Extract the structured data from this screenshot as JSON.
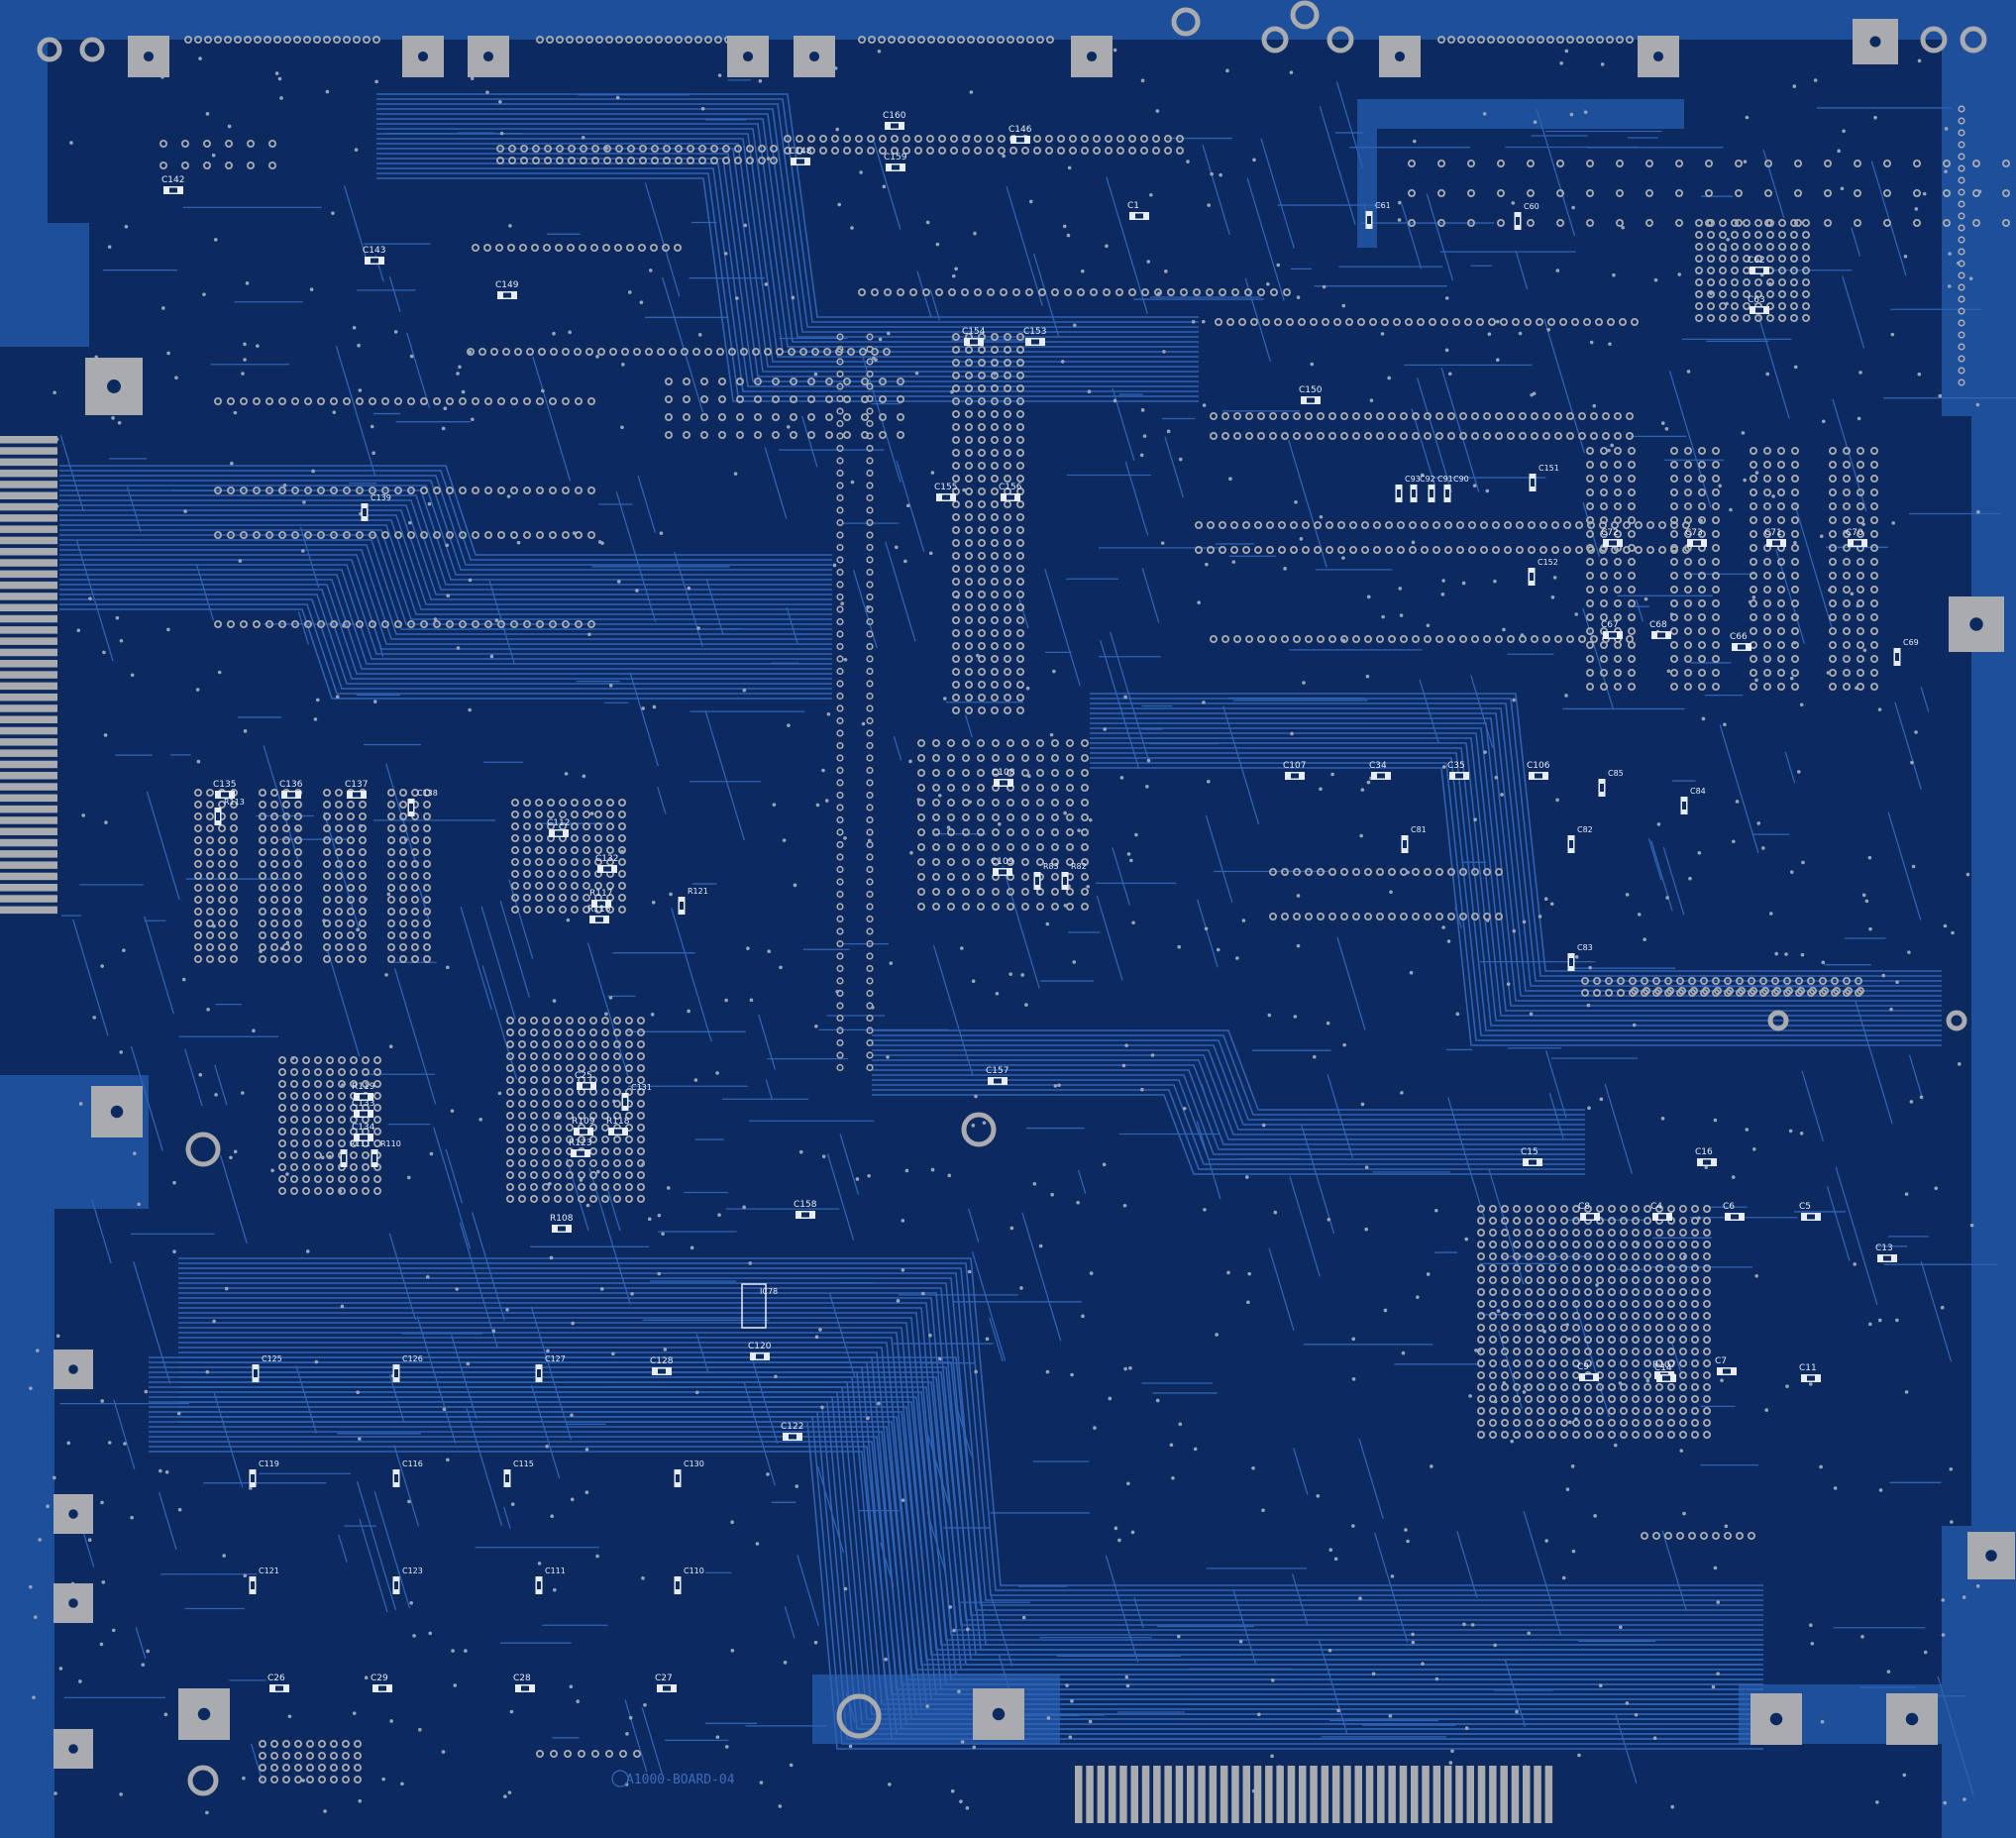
{
  "board": {
    "silkscreen_id": "A1000-BOARD-04",
    "colors": {
      "board_dark": "#0c2a60",
      "copper_pour": "#1d4f9a",
      "trace": "#2f62b3",
      "pad_silver": "#a9abae",
      "silk_white": "#e8ecf4",
      "via": "#9aa4b8"
    }
  },
  "components": [
    {
      "ref": "C142"
    },
    {
      "ref": "C143"
    },
    {
      "ref": "C149"
    },
    {
      "ref": "C139"
    },
    {
      "ref": "C160"
    },
    {
      "ref": "C146"
    },
    {
      "ref": "C148"
    },
    {
      "ref": "C159"
    },
    {
      "ref": "C1"
    },
    {
      "ref": "C61"
    },
    {
      "ref": "C60"
    },
    {
      "ref": "C62"
    },
    {
      "ref": "C63"
    },
    {
      "ref": "C154"
    },
    {
      "ref": "C153"
    },
    {
      "ref": "C155"
    },
    {
      "ref": "C156"
    },
    {
      "ref": "C150"
    },
    {
      "ref": "C93"
    },
    {
      "ref": "C92"
    },
    {
      "ref": "C91"
    },
    {
      "ref": "C90"
    },
    {
      "ref": "C151"
    },
    {
      "ref": "C152"
    },
    {
      "ref": "C72"
    },
    {
      "ref": "C73"
    },
    {
      "ref": "C71"
    },
    {
      "ref": "C70"
    },
    {
      "ref": "C67"
    },
    {
      "ref": "C68"
    },
    {
      "ref": "C66"
    },
    {
      "ref": "C69"
    },
    {
      "ref": "C135"
    },
    {
      "ref": "C136"
    },
    {
      "ref": "C137"
    },
    {
      "ref": "C138"
    },
    {
      "ref": "R113"
    },
    {
      "ref": "C112"
    },
    {
      "ref": "C132"
    },
    {
      "ref": "R117"
    },
    {
      "ref": "R116"
    },
    {
      "ref": "R121"
    },
    {
      "ref": "C108"
    },
    {
      "ref": "C109"
    },
    {
      "ref": "R83"
    },
    {
      "ref": "R82"
    },
    {
      "ref": "C107"
    },
    {
      "ref": "C34"
    },
    {
      "ref": "C35"
    },
    {
      "ref": "C106"
    },
    {
      "ref": "C85"
    },
    {
      "ref": "C84"
    },
    {
      "ref": "C81"
    },
    {
      "ref": "C82"
    },
    {
      "ref": "C83"
    },
    {
      "ref": "C25"
    },
    {
      "ref": "C131"
    },
    {
      "ref": "R119"
    },
    {
      "ref": "C133"
    },
    {
      "ref": "C134"
    },
    {
      "ref": "R109"
    },
    {
      "ref": "R118"
    },
    {
      "ref": "R123"
    },
    {
      "ref": "R111"
    },
    {
      "ref": "R110"
    },
    {
      "ref": "C157"
    },
    {
      "ref": "C158"
    },
    {
      "ref": "R108"
    },
    {
      "ref": "IC78"
    },
    {
      "ref": "C120"
    },
    {
      "ref": "C125"
    },
    {
      "ref": "C126"
    },
    {
      "ref": "C127"
    },
    {
      "ref": "C128"
    },
    {
      "ref": "C122"
    },
    {
      "ref": "C119"
    },
    {
      "ref": "C116"
    },
    {
      "ref": "C115"
    },
    {
      "ref": "C130"
    },
    {
      "ref": "C121"
    },
    {
      "ref": "C123"
    },
    {
      "ref": "C111"
    },
    {
      "ref": "C110"
    },
    {
      "ref": "C26"
    },
    {
      "ref": "C29"
    },
    {
      "ref": "C28"
    },
    {
      "ref": "C27"
    },
    {
      "ref": "C15"
    },
    {
      "ref": "C16"
    },
    {
      "ref": "C8"
    },
    {
      "ref": "C4"
    },
    {
      "ref": "C6"
    },
    {
      "ref": "C5"
    },
    {
      "ref": "C13"
    },
    {
      "ref": "R107"
    },
    {
      "ref": "C9"
    },
    {
      "ref": "C7"
    },
    {
      "ref": "C14"
    },
    {
      "ref": "C11"
    }
  ]
}
